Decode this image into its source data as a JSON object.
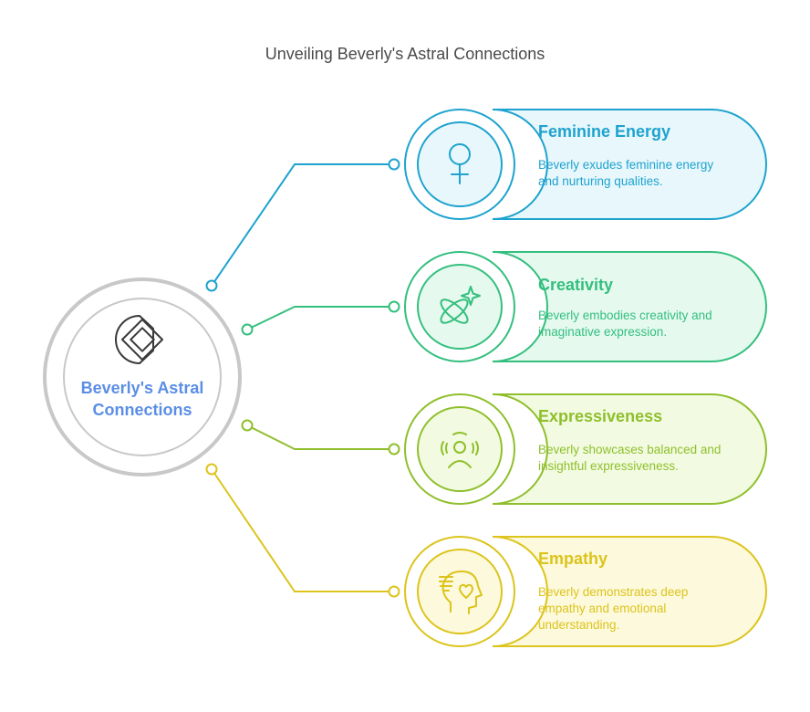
{
  "title": "Unveiling Beverly's Astral Connections",
  "center": {
    "label": "Beverly's Astral Connections",
    "icon": "emblem-icon",
    "color": "#5b8ee6"
  },
  "items": [
    {
      "title": "Feminine Energy",
      "description": "Beverly exudes feminine energy and nurturing qualities.",
      "icon": "female-symbol-icon",
      "color": "#1ea3cf",
      "fill": "#e8f7fc"
    },
    {
      "title": "Creativity",
      "description": "Beverly embodies creativity and imaginative expression.",
      "icon": "creativity-atom-sparkle-icon",
      "color": "#34bf7e",
      "fill": "#e5f9ef"
    },
    {
      "title": "Expressiveness",
      "description": "Beverly showcases balanced and insightful expressiveness.",
      "icon": "person-radiating-icon",
      "color": "#8fbf2c",
      "fill": "#f2fbe1"
    },
    {
      "title": "Empathy",
      "description": "Beverly demonstrates deep empathy and emotional understanding.",
      "icon": "head-heart-icon",
      "color": "#dcc41c",
      "fill": "#fdf9dd"
    }
  ]
}
